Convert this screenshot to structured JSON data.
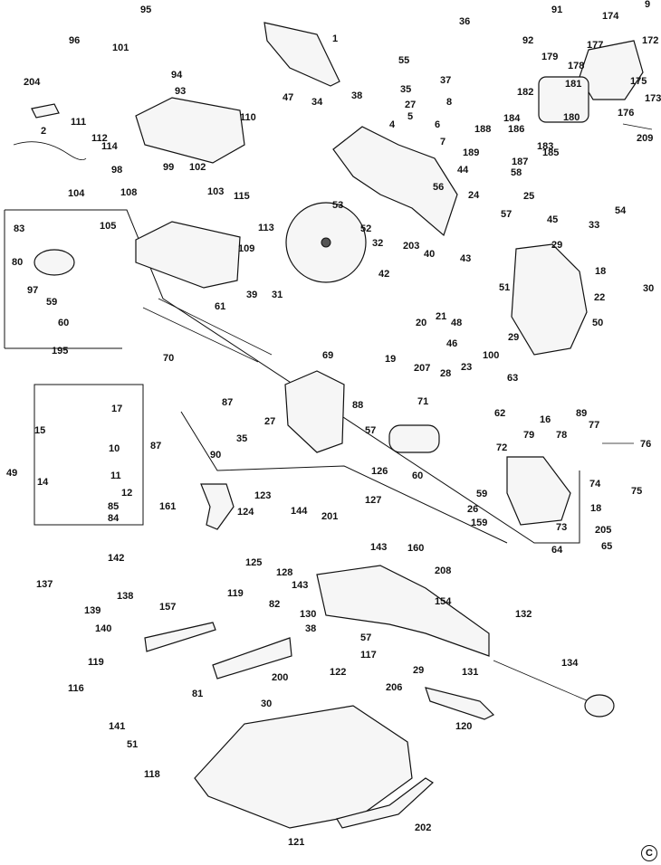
{
  "diagram": {
    "type": "exploded parts diagram",
    "copyright_symbol": "C",
    "callouts": [
      "95",
      "96",
      "101",
      "1",
      "36",
      "91",
      "174",
      "9",
      "92",
      "177",
      "172",
      "55",
      "94",
      "93",
      "204",
      "38",
      "35",
      "179",
      "178",
      "175",
      "173",
      "37",
      "47",
      "34",
      "27",
      "8",
      "182",
      "181",
      "110",
      "111",
      "2",
      "112",
      "5",
      "188",
      "186",
      "4",
      "6",
      "7",
      "176",
      "180",
      "184",
      "183",
      "185",
      "189",
      "209",
      "114",
      "98",
      "99",
      "102",
      "104",
      "103",
      "108",
      "105",
      "44",
      "58",
      "187",
      "56",
      "24",
      "25",
      "53",
      "115",
      "113",
      "57",
      "45",
      "83",
      "109",
      "52",
      "32",
      "203",
      "40",
      "43",
      "29",
      "33",
      "54",
      "80",
      "39",
      "31",
      "42",
      "18",
      "97",
      "59",
      "51",
      "60",
      "20",
      "21",
      "48",
      "22",
      "30",
      "61",
      "29",
      "50",
      "195",
      "19",
      "207",
      "28",
      "23",
      "100",
      "46",
      "70",
      "69",
      "87",
      "63",
      "71",
      "17",
      "62",
      "27",
      "88",
      "89",
      "16",
      "79",
      "77",
      "78",
      "35",
      "57",
      "76",
      "15",
      "10",
      "90",
      "87",
      "72",
      "49",
      "11",
      "60",
      "59",
      "14",
      "74",
      "12",
      "85",
      "84",
      "75",
      "126",
      "18",
      "161",
      "123",
      "127",
      "26",
      "73",
      "124",
      "205",
      "159",
      "201",
      "144",
      "65",
      "64",
      "143",
      "125",
      "160",
      "128",
      "208",
      "143",
      "142",
      "137",
      "154",
      "138",
      "119",
      "82",
      "130",
      "139",
      "157",
      "38",
      "132",
      "140",
      "57",
      "131",
      "117",
      "119",
      "29",
      "134",
      "200",
      "122",
      "116",
      "206",
      "81",
      "30",
      "120",
      "141",
      "51",
      "118",
      "121",
      "202"
    ]
  }
}
